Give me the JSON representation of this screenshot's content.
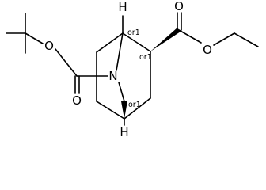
{
  "molecule": {
    "atoms": {
      "oxygen_carbamate_ester": "O",
      "oxygen_carbamate_carbonyl": "O",
      "nitrogen_bridge": "N",
      "oxygen_ester_carbonyl": "O",
      "oxygen_ester_ethoxy": "O",
      "hydrogen_top": "H",
      "hydrogen_bottom": "H"
    },
    "stereo_labels": {
      "bridgehead_top": "or1",
      "ring_carbon_ester": "or1",
      "bridgehead_bottom": "or1"
    }
  }
}
